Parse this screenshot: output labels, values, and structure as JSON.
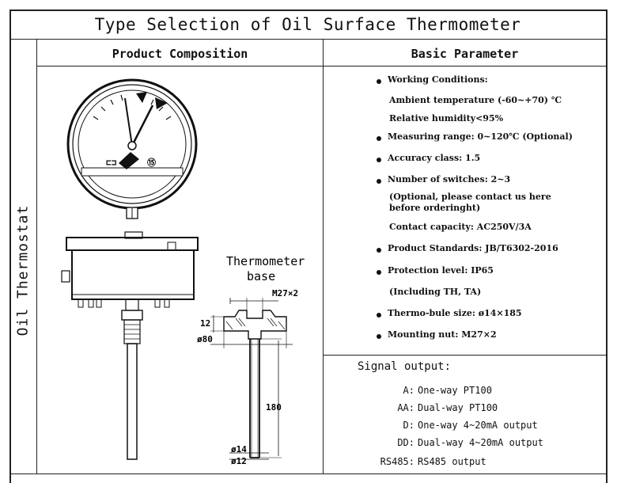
{
  "title": "Type Selection of Oil Surface Thermometer",
  "headers": {
    "product_composition": "Product Composition",
    "basic_parameter": "Basic Parameter"
  },
  "side_label": "Oil Thermostat",
  "gauge": {
    "symbol_left": "⊏⊐",
    "symbol_right": "⑮"
  },
  "base_drawing": {
    "caption_line1": "Thermometer",
    "caption_line2": "base",
    "dim_thread": "M27×2",
    "dim_12": "12",
    "dim_80": "ø80",
    "dim_180": "180",
    "dim_14": "ø14",
    "dim_12b": "ø12"
  },
  "parameters": [
    {
      "bullet": true,
      "text": "Working Conditions:"
    },
    {
      "bullet": false,
      "text": "Ambient temperature (-60~+70) ℃"
    },
    {
      "bullet": false,
      "text": "Relative humidity<95%"
    },
    {
      "bullet": true,
      "text": "Measuring range: 0~120℃ (Optional)"
    },
    {
      "bullet": true,
      "text": "Accuracy class: 1.5"
    },
    {
      "bullet": true,
      "text": "Number of switches: 2~3"
    },
    {
      "bullet": false,
      "text": "(Optional, please contact us here"
    },
    {
      "bullet": false,
      "text": " before orderinght)"
    },
    {
      "bullet": false,
      "text": "Contact capacity: AC250V/3A"
    },
    {
      "bullet": true,
      "text": "Product Standards: JB/T6302-2016"
    },
    {
      "bullet": true,
      "text": "Protection level: IP65"
    },
    {
      "bullet": false,
      "text": "(Including TH, TA)"
    },
    {
      "bullet": true,
      "text": "Thermo-bule size: ø14×185"
    },
    {
      "bullet": true,
      "text": "Mounting nut: M27×2"
    }
  ],
  "signal": {
    "title": "Signal output:",
    "rows": [
      {
        "code": "A:",
        "value": "One-way PT100"
      },
      {
        "code": "AA:",
        "value": "Dual-way PT100"
      },
      {
        "code": "D:",
        "value": "One-way 4~20mA output"
      },
      {
        "code": "DD:",
        "value": "Dual-way 4~20mA output"
      },
      {
        "code": "RS485:",
        "value": "RS485 output"
      }
    ]
  }
}
